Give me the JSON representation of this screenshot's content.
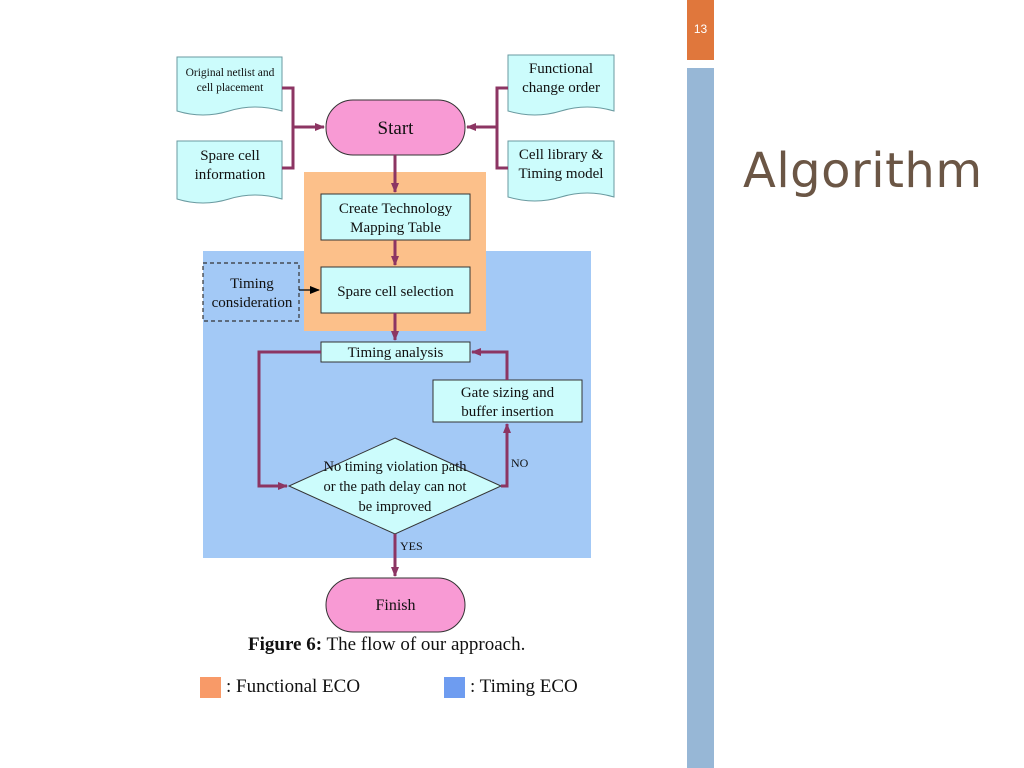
{
  "slide": {
    "number": "13",
    "title": "Algorithm"
  },
  "diagram": {
    "inputs": {
      "netlist": [
        "Original netlist and",
        "cell placement"
      ],
      "spare_info": [
        "Spare cell",
        "information"
      ],
      "functional_change": [
        "Functional",
        "change order"
      ],
      "cell_library": [
        "Cell library &",
        "Timing model"
      ]
    },
    "start": "Start",
    "create_mapping": [
      "Create Technology",
      "Mapping Table"
    ],
    "timing_consideration": [
      "Timing",
      "consideration"
    ],
    "spare_selection": "Spare cell selection",
    "timing_analysis": "Timing analysis",
    "gate_sizing": [
      "Gate sizing and",
      "buffer insertion"
    ],
    "decision": [
      "No timing violation path",
      "or the path delay can not",
      "be improved"
    ],
    "no_label": "NO",
    "yes_label": "YES",
    "finish": "Finish"
  },
  "caption": {
    "prefix": "Figure 6:",
    "text": " The flow of our approach."
  },
  "legend": {
    "functional": ": Functional ECO",
    "timing": ": Timing ECO"
  },
  "colors": {
    "functional_region": "#fcc08a",
    "timing_region": "#a3c9f6",
    "box_fill": "#ccfcfc",
    "terminal_fill": "#f89ad4",
    "arrow": "#8c3563",
    "legend_functional": "#f89a68",
    "legend_timing": "#6e9cf0",
    "title_text": "#6b5645",
    "accent_orange": "#e0773c",
    "side_bar": "#97b7d6"
  }
}
